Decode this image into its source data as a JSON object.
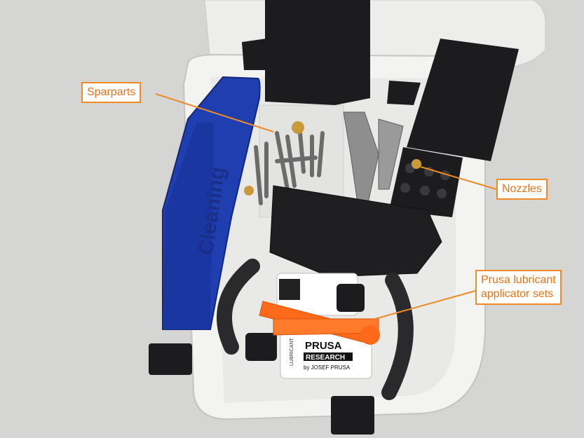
{
  "callouts": {
    "sparparts": "Sparparts",
    "nozzles": "Nozzles",
    "lubricant_line1": "Prusa lubricant",
    "lubricant_line2": "applicator sets"
  },
  "box_text": {
    "cleaning": "Cleaning",
    "tube_brand": "PRUSA",
    "tube_research": "RESEARCH",
    "tube_by": "by JOSEF PRUSA",
    "tube_side": "LUBRICANT"
  },
  "colors": {
    "accent": "#f08a24",
    "callout_text": "#e8731a",
    "cleaning_blue": "#1f3fb0",
    "applicator_orange": "#ff6a1a",
    "box_white": "#f2f2f0",
    "clip_black": "#1c1c1e"
  }
}
